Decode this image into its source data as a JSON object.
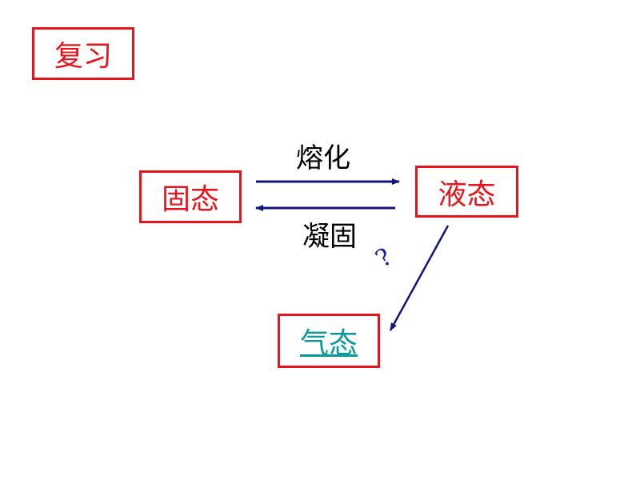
{
  "title": "复习",
  "states": {
    "solid": "固态",
    "liquid": "液态",
    "gas": "气态"
  },
  "processes": {
    "melting": "熔化",
    "solidification": "凝固",
    "unknown": "?"
  },
  "colors": {
    "box_border": "#e8141c",
    "state_text": "#e8141c",
    "gas_link": "#0a9a9a",
    "arrow": "#14147a"
  }
}
